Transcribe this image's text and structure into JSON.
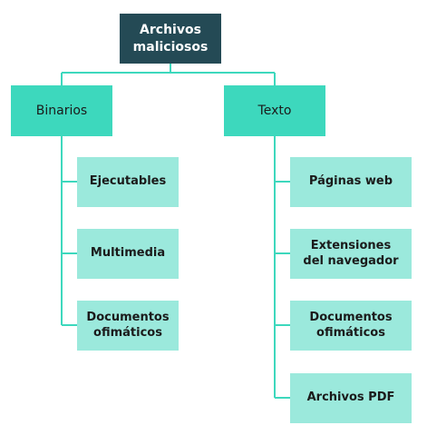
{
  "diagram": {
    "root": {
      "label": "Archivos\nmaliciosos"
    },
    "categories": [
      {
        "label": "Binarios",
        "items": [
          "Ejecutables",
          "Multimedia",
          "Documentos\nofimáticos"
        ]
      },
      {
        "label": "Texto",
        "items": [
          "Páginas web",
          "Extensiones\ndel navegador",
          "Documentos\nofimáticos",
          "Archivos PDF"
        ]
      }
    ]
  },
  "colors": {
    "root": "#244a55",
    "category": "#3dd8bd",
    "leaf": "#9be9dc",
    "connector": "#3dd8bd"
  }
}
